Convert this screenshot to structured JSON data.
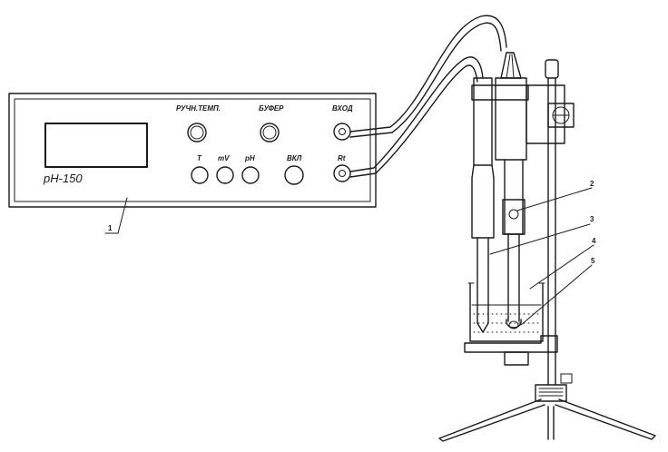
{
  "meter": {
    "model": "pH-150",
    "knob_manual_temp": "РУЧН.ТЕМП.",
    "knob_buffer": "БУФЕР",
    "socket_input": "ВХОД",
    "socket_rt": "Rt",
    "button_t": "T",
    "button_mv": "mV",
    "button_ph": "pH",
    "button_on": "ВКЛ"
  },
  "callouts": [
    "1",
    "2",
    "3",
    "4",
    "5"
  ]
}
